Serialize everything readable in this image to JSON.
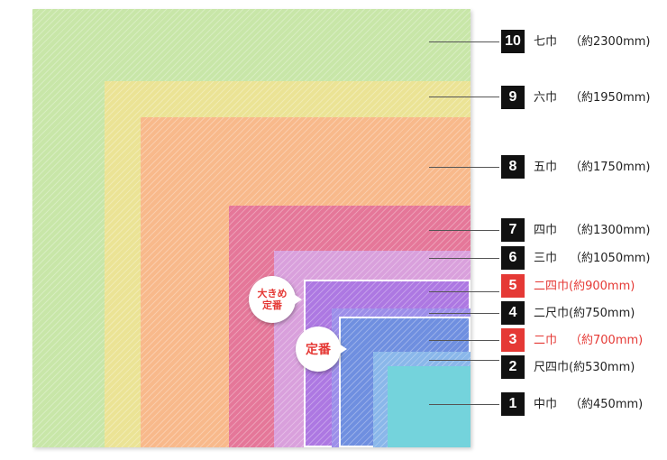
{
  "sizes": [
    {
      "num": "10",
      "name": "七巾",
      "size": "（約2300mm)",
      "highlight": false,
      "color": "#c8e6a8"
    },
    {
      "num": "9",
      "name": "六巾",
      "size": "（約1950mm)",
      "highlight": false,
      "color": "#ebe395"
    },
    {
      "num": "8",
      "name": "五巾",
      "size": "（約1750mm)",
      "highlight": false,
      "color": "#f8b98b"
    },
    {
      "num": "7",
      "name": "四巾",
      "size": "（約1300mm)",
      "highlight": false,
      "color": "#e57799"
    },
    {
      "num": "6",
      "name": "三巾",
      "size": "（約1050mm)",
      "highlight": false,
      "color": "#d9a0dc"
    },
    {
      "num": "5",
      "name": "二四巾",
      "size": "(約900mm)",
      "highlight": true,
      "color": "#ad78e2"
    },
    {
      "num": "4",
      "name": "二尺巾",
      "size": "(約750mm)",
      "highlight": false,
      "color": "#9c8ee9"
    },
    {
      "num": "3",
      "name": "二巾",
      "size": "（約700mm)",
      "highlight": true,
      "color": "#6f8fe0"
    },
    {
      "num": "2",
      "name": "尺四巾",
      "size": "(約530mm)",
      "highlight": false,
      "color": "#8ab7ea"
    },
    {
      "num": "1",
      "name": "中巾",
      "size": "（約450mm)",
      "highlight": false,
      "color": "#74d3dc"
    }
  ],
  "bubbles": {
    "large_standard": [
      "大きめ",
      "定番"
    ],
    "standard": "定番"
  }
}
